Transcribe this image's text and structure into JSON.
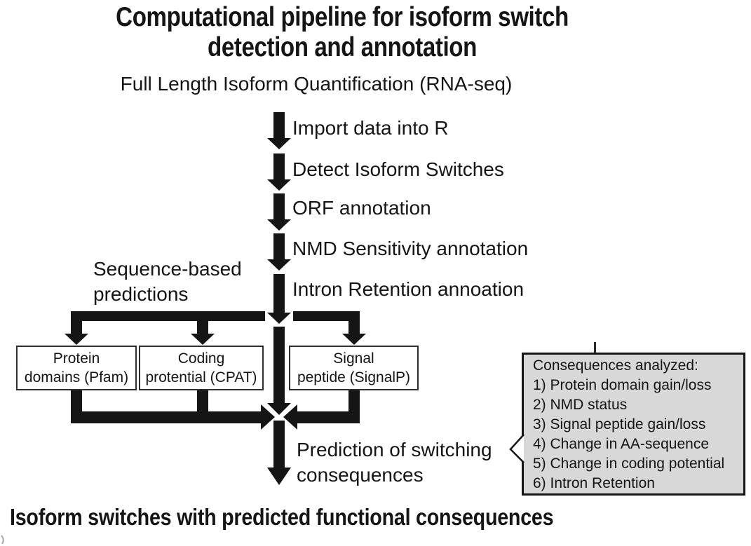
{
  "title": {
    "line1": "Computational pipeline for isoform switch",
    "line2": "detection and annotation"
  },
  "source_label": "Full Length Isoform Quantification (RNA-seq)",
  "steps": [
    {
      "label": "Import data into R"
    },
    {
      "label": "Detect Isoform Switches"
    },
    {
      "label": "ORF annotation"
    },
    {
      "label": "NMD Sensitivity annotation"
    },
    {
      "label": "Intron Retention annoation"
    }
  ],
  "branch_label": {
    "line1": "Sequence-based",
    "line2": "predictions"
  },
  "prediction_boxes": [
    {
      "line1": "Protein",
      "line2": "domains (Pfam)"
    },
    {
      "line1": "Coding",
      "line2": "protential (CPAT)"
    },
    {
      "line1": "Signal",
      "line2": "peptide (SignalP)"
    }
  ],
  "consequence_label": {
    "line1": "Prediction of switching",
    "line2": "consequences"
  },
  "callout": {
    "heading": "Consequences analyzed:",
    "items": [
      "1) Protein domain gain/loss",
      "2) NMD status",
      "3) Signal peptide gain/loss",
      "4) Change in AA-sequence",
      "5) Change in coding potential",
      "6) Intron Retention"
    ],
    "fill_color": "#d8d8d8",
    "border_color": "#151515"
  },
  "footer": "Isoform switches with predicted functional consequences",
  "colors": {
    "ink": "#151515",
    "background": "#ffffff"
  }
}
